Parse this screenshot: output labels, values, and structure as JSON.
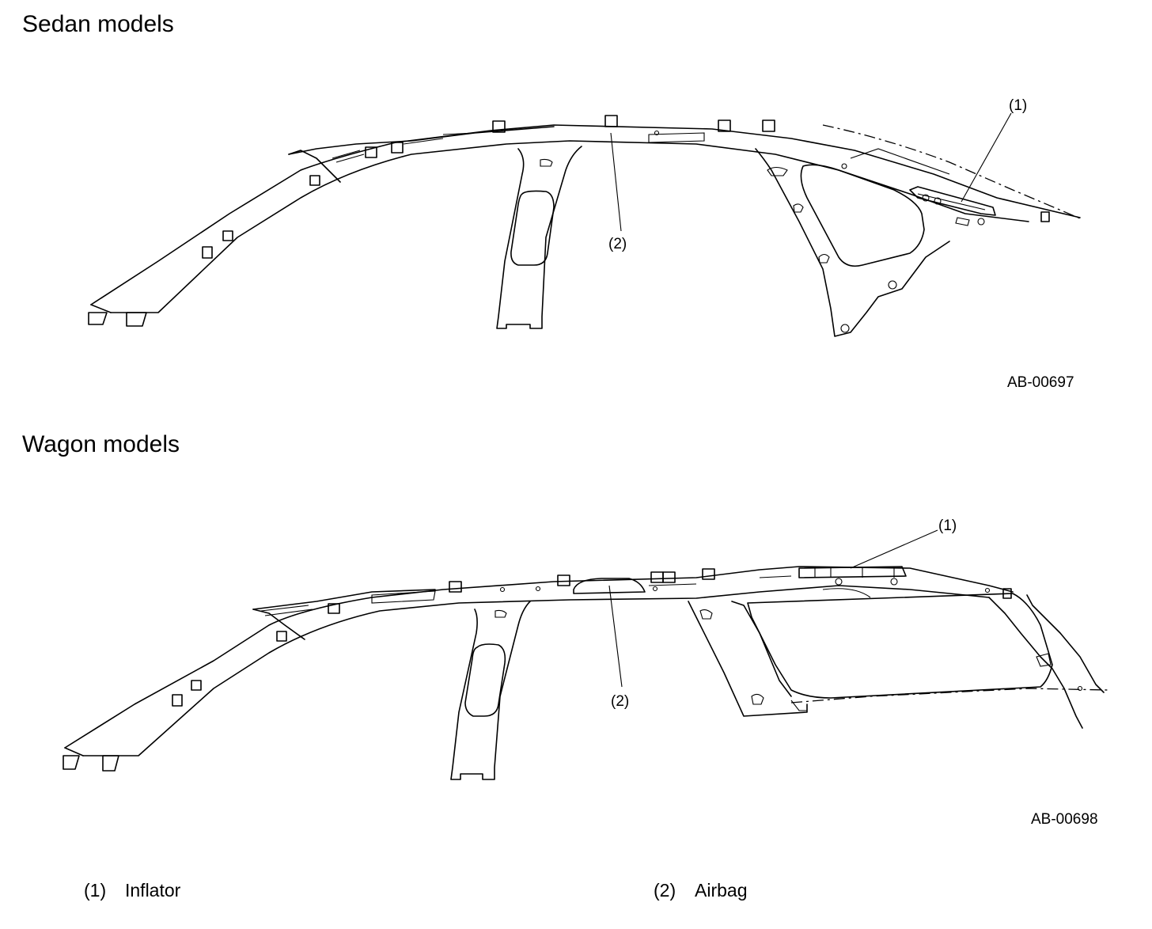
{
  "sedan": {
    "title": "Sedan models",
    "code": "AB-00697",
    "callout_1": "(1)",
    "callout_2": "(2)"
  },
  "wagon": {
    "title": "Wagon models",
    "code": "AB-00698",
    "callout_1": "(1)",
    "callout_2": "(2)"
  },
  "legend": [
    {
      "num": "(1)",
      "label": "Inflator"
    },
    {
      "num": "(2)",
      "label": "Airbag"
    }
  ]
}
